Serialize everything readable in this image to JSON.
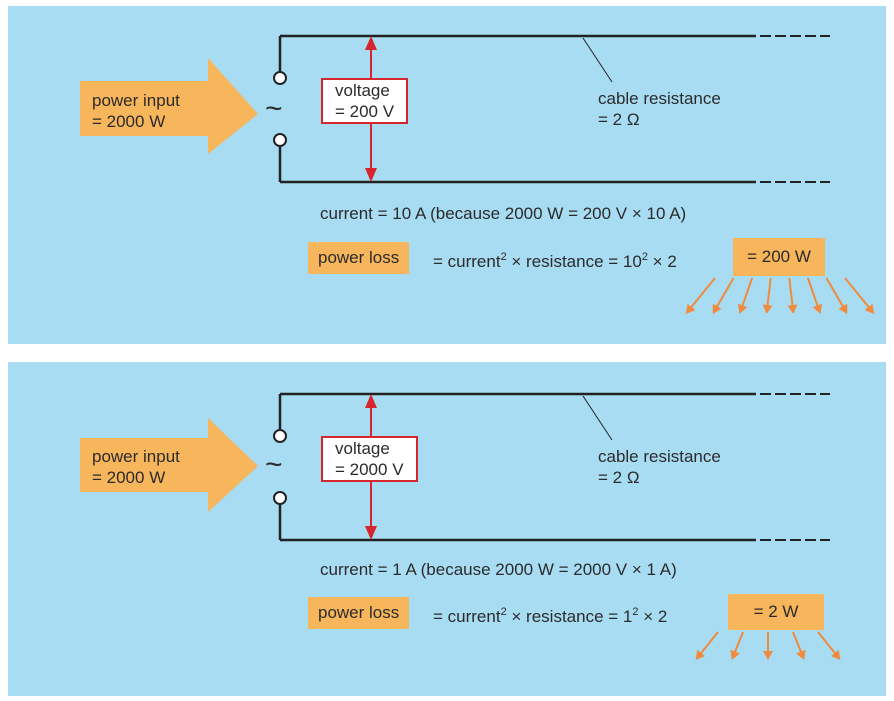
{
  "panels": [
    {
      "power_input_line1": "power input",
      "power_input_line2": "= 2000 W",
      "ac_symbol": "~",
      "voltage_line1": "voltage",
      "voltage_line2": "= 200 V",
      "cable_line1": "cable resistance",
      "cable_line2": "= 2 Ω",
      "current_text": "current = 10 A   (because 2000 W = 200 V  × 10 A)",
      "power_loss_label": "power loss",
      "formula_prefix": "= current",
      "formula_exp1": "2",
      "formula_middle": " × resistance = 10",
      "formula_exp2": "2",
      "formula_suffix": " × 2",
      "result": "= 200 W",
      "heat_arrow_count": 8
    },
    {
      "power_input_line1": "power input",
      "power_input_line2": "= 2000 W",
      "ac_symbol": "~",
      "voltage_line1": "voltage",
      "voltage_line2": "= 2000 V",
      "cable_line1": "cable resistance",
      "cable_line2": "= 2 Ω",
      "current_text": "current = 1 A   (because 2000 W = 2000 V  × 1 A)",
      "power_loss_label": "power loss",
      "formula_prefix": "= current",
      "formula_exp1": "2",
      "formula_middle": " × resistance = 1",
      "formula_exp2": "2",
      "formula_suffix": " × 2",
      "result": "= 2 W",
      "heat_arrow_count": 5
    }
  ],
  "colors": {
    "panel_bg": "#a8dcf2",
    "orange": "#f7b55c",
    "heat_arrow": "#f08a3c",
    "voltage_red": "#d4262c",
    "wire": "#222222"
  }
}
